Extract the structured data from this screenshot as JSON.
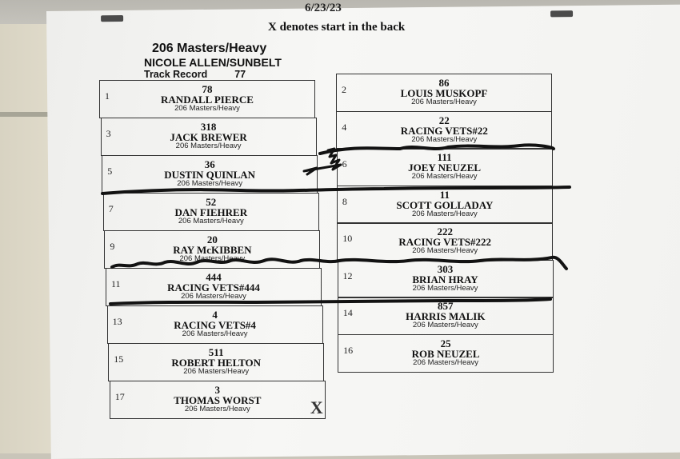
{
  "header": {
    "date": "6/23/23",
    "note": "X denotes start in the back",
    "title": "206 Masters/Heavy",
    "record_holder": "NICOLE ALLEN/SUNBELT",
    "track_record_label": "Track Record",
    "track_record_value": "77"
  },
  "lanes": [
    {
      "lane": "1",
      "number": "78",
      "name": "RANDALL PIERCE",
      "class": "206 Masters/Heavy"
    },
    {
      "lane": "2",
      "number": "86",
      "name": "LOUIS MUSKOPF",
      "class": "206 Masters/Heavy"
    },
    {
      "lane": "3",
      "number": "318",
      "name": "JACK BREWER",
      "class": "206 Masters/Heavy"
    },
    {
      "lane": "4",
      "number": "22",
      "name": "RACING VETS#22",
      "class": "206 Masters/Heavy"
    },
    {
      "lane": "5",
      "number": "36",
      "name": "DUSTIN QUINLAN",
      "class": "206 Masters/Heavy"
    },
    {
      "lane": "6",
      "number": "111",
      "name": "JOEY NEUZEL",
      "class": "206 Masters/Heavy"
    },
    {
      "lane": "7",
      "number": "52",
      "name": "DAN FIEHRER",
      "class": "206 Masters/Heavy"
    },
    {
      "lane": "8",
      "number": "11",
      "name": "SCOTT GOLLADAY",
      "class": "206 Masters/Heavy"
    },
    {
      "lane": "9",
      "number": "20",
      "name": "RAY McKIBBEN",
      "class": "206 Masters/Heavy"
    },
    {
      "lane": "10",
      "number": "222",
      "name": "RACING VETS#222",
      "class": "206 Masters/Heavy"
    },
    {
      "lane": "11",
      "number": "444",
      "name": "RACING VETS#444",
      "class": "206 Masters/Heavy"
    },
    {
      "lane": "12",
      "number": "303",
      "name": "BRIAN HRAY",
      "class": "206 Masters/Heavy"
    },
    {
      "lane": "13",
      "number": "4",
      "name": "RACING VETS#4",
      "class": "206 Masters/Heavy"
    },
    {
      "lane": "14",
      "number": "857",
      "name": "HARRIS MALIK",
      "class": "206 Masters/Heavy"
    },
    {
      "lane": "15",
      "number": "511",
      "name": "ROBERT HELTON",
      "class": "206 Masters/Heavy"
    },
    {
      "lane": "16",
      "number": "25",
      "name": "ROB NEUZEL",
      "class": "206 Masters/Heavy"
    },
    {
      "lane": "17",
      "number": "3",
      "name": "THOMAS WORST",
      "class": "206 Masters/Heavy"
    }
  ],
  "back_start_marker": "X"
}
